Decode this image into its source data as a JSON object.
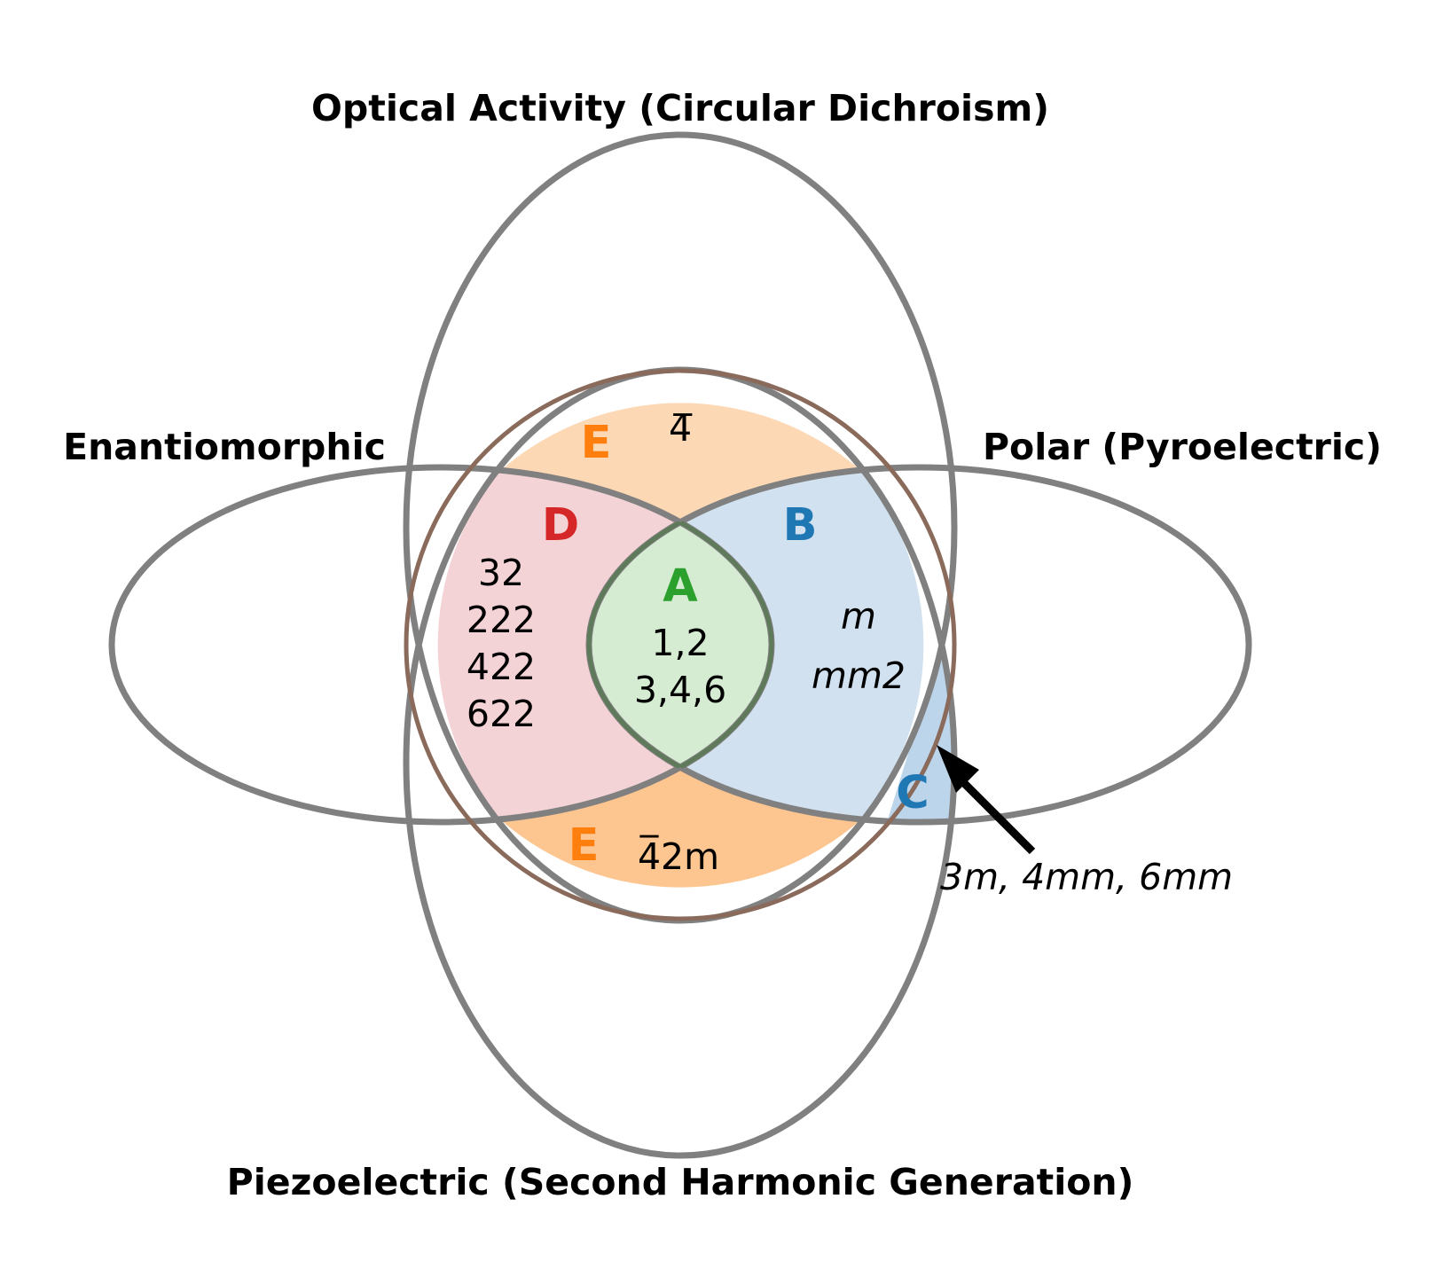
{
  "sets": {
    "optical_activity": "Optical Activity (Circular Dichroism)",
    "enantiomorphic": "Enantiomorphic",
    "polar": "Polar (Pyroelectric)",
    "piezoelectric": "Piezoelectric (Second Harmonic Generation)"
  },
  "regions": {
    "A": {
      "letter": "A",
      "color": "#2ca02c",
      "groups": [
        "1,2",
        "3,4,6"
      ]
    },
    "B": {
      "letter": "B",
      "color": "#1f77b4",
      "groups": [
        "m",
        "mm2"
      ]
    },
    "C": {
      "letter": "C",
      "color": "#1f77b4",
      "callout": "3m, 4mm, 6mm"
    },
    "D": {
      "letter": "D",
      "color": "#d62728",
      "groups": [
        "32",
        "222",
        "422",
        "622"
      ]
    },
    "E_top": {
      "letter": "E",
      "color": "#ff7f0e",
      "group": "4̅"
    },
    "E_bottom": {
      "letter": "E",
      "color": "#ff7f0e",
      "group": "4̅2m"
    }
  },
  "colors": {
    "outline": "#808080",
    "fill_A": "#d5ecd3",
    "fill_BC": "#d1e1ef",
    "fill_D": "#f4d3d6",
    "fill_E_top": "#fdd8b5",
    "fill_E_bottom": "#fdc58f"
  }
}
